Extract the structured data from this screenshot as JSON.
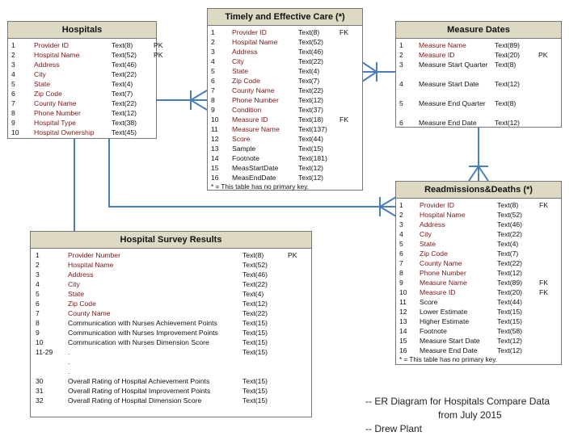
{
  "entities": {
    "hospitals": {
      "title": "Hospitals",
      "rows": [
        {
          "num": "1",
          "name": "Provider ID",
          "type": "Text(8)",
          "key": "PK",
          "red": true
        },
        {
          "num": "2",
          "name": "Hospital Name",
          "type": "Text(52)",
          "key": "PK",
          "red": true
        },
        {
          "num": "3",
          "name": "Address",
          "type": "Text(46)",
          "key": "",
          "red": true
        },
        {
          "num": "4",
          "name": "City",
          "type": "Text(22)",
          "key": "",
          "red": true
        },
        {
          "num": "5",
          "name": "State",
          "type": "Text(4)",
          "key": "",
          "red": true
        },
        {
          "num": "6",
          "name": "Zip Code",
          "type": "Text(7)",
          "key": "",
          "red": true
        },
        {
          "num": "7",
          "name": "County Name",
          "type": "Text(22)",
          "key": "",
          "red": true
        },
        {
          "num": "8",
          "name": "Phone Number",
          "type": "Text(12)",
          "key": "",
          "red": true
        },
        {
          "num": "9",
          "name": "Hospital Type",
          "type": "Text(38)",
          "key": "",
          "red": true
        },
        {
          "num": "10",
          "name": "Hospital Ownership",
          "type": "Text(45)",
          "key": "",
          "red": true
        }
      ]
    },
    "timely": {
      "title": "Timely and Effective Care (*)",
      "rows": [
        {
          "num": "1",
          "name": "Provider ID",
          "type": "Text(8)",
          "key": "FK",
          "red": true
        },
        {
          "num": "2",
          "name": "Hospital Name",
          "type": "Text(52)",
          "key": "",
          "red": true
        },
        {
          "num": "3",
          "name": "Address",
          "type": "Text(46)",
          "key": "",
          "red": true
        },
        {
          "num": "4",
          "name": "City",
          "type": "Text(22)",
          "key": "",
          "red": true
        },
        {
          "num": "5",
          "name": "State",
          "type": "Text(4)",
          "key": "",
          "red": true
        },
        {
          "num": "6",
          "name": "Zip Code",
          "type": "Text(7)",
          "key": "",
          "red": true
        },
        {
          "num": "7",
          "name": "County Name",
          "type": "Text(22)",
          "key": "",
          "red": true
        },
        {
          "num": "8",
          "name": "Phone Number",
          "type": "Text(12)",
          "key": "",
          "red": true
        },
        {
          "num": "9",
          "name": "Condition",
          "type": "Text(37)",
          "key": "",
          "red": true
        },
        {
          "num": "10",
          "name": "Measure ID",
          "type": "Text(18)",
          "key": "FK",
          "red": true
        },
        {
          "num": "11",
          "name": "Measure Name",
          "type": "Text(137)",
          "key": "",
          "red": true
        },
        {
          "num": "12",
          "name": "Score",
          "type": "Text(44)",
          "key": "",
          "red": true
        },
        {
          "num": "13",
          "name": "Sample",
          "type": "Text(15)",
          "key": "",
          "red": false
        },
        {
          "num": "14",
          "name": "Footnote",
          "type": "Text(181)",
          "key": "",
          "red": false
        },
        {
          "num": "15",
          "name": "MeasStartDate",
          "type": "Text(12)",
          "key": "",
          "red": false
        },
        {
          "num": "16",
          "name": "MeasEndDate",
          "type": "Text(12)",
          "key": "",
          "red": false
        }
      ],
      "note": "* =  This table has no primary key."
    },
    "measure_dates": {
      "title": "Measure Dates",
      "rows": [
        {
          "num": "1",
          "name": "Measure Name",
          "type": "Text(89)",
          "key": "",
          "red": true
        },
        {
          "num": "2",
          "name": "Measure ID",
          "type": "Text(20)",
          "key": "PK",
          "red": true
        },
        {
          "num": "3",
          "name": "Measure Start Quarter",
          "type": "Text(8)",
          "key": "",
          "red": false,
          "tall": true
        },
        {
          "num": "4",
          "name": "Measure Start Date",
          "type": "Text(12)",
          "key": "",
          "red": false,
          "tall": true
        },
        {
          "num": "5",
          "name": "Measure End Quarter",
          "type": "Text(8)",
          "key": "",
          "red": false,
          "tall": true
        },
        {
          "num": "6",
          "name": "Measure End Date",
          "type": "Text(12)",
          "key": "",
          "red": false
        }
      ]
    },
    "readmissions": {
      "title": "Readmissions&Deaths (*)",
      "rows": [
        {
          "num": "1",
          "name": "Provider ID",
          "type": "Text(8)",
          "key": "FK",
          "red": true
        },
        {
          "num": "2",
          "name": "Hospital Name",
          "type": "Text(52)",
          "key": "",
          "red": true
        },
        {
          "num": "3",
          "name": "Address",
          "type": "Text(46)",
          "key": "",
          "red": true
        },
        {
          "num": "4",
          "name": "City",
          "type": "Text(22)",
          "key": "",
          "red": true
        },
        {
          "num": "5",
          "name": "State",
          "type": "Text(4)",
          "key": "",
          "red": true
        },
        {
          "num": "6",
          "name": "Zip Code",
          "type": "Text(7)",
          "key": "",
          "red": true
        },
        {
          "num": "7",
          "name": "County Name",
          "type": "Text(22)",
          "key": "",
          "red": true
        },
        {
          "num": "8",
          "name": "Phone Number",
          "type": "Text(12)",
          "key": "",
          "red": true
        },
        {
          "num": "9",
          "name": "Measure Name",
          "type": "Text(89)",
          "key": "FK",
          "red": true
        },
        {
          "num": "10",
          "name": "Measure ID",
          "type": "Text(20)",
          "key": "FK",
          "red": true
        },
        {
          "num": "11",
          "name": "Score",
          "type": "Text(44)",
          "key": "",
          "red": false
        },
        {
          "num": "12",
          "name": "Lower Estimate",
          "type": "Text(15)",
          "key": "",
          "red": false
        },
        {
          "num": "13",
          "name": "Higher Estimate",
          "type": "Text(15)",
          "key": "",
          "red": false
        },
        {
          "num": "14",
          "name": "Footnote",
          "type": "Text(58)",
          "key": "",
          "red": false
        },
        {
          "num": "15",
          "name": "Measure Start Date",
          "type": "Text(12)",
          "key": "",
          "red": false
        },
        {
          "num": "16",
          "name": "Measure End Date",
          "type": "Text(12)",
          "key": "",
          "red": false
        }
      ],
      "note": "* =  This table has no primary key."
    },
    "survey": {
      "title": "Hospital Survey Results",
      "rows": [
        {
          "num": "1",
          "name": "Provider Number",
          "type": "Text(8)",
          "key": "PK",
          "red": true
        },
        {
          "num": "2",
          "name": "Hospital Name",
          "type": "Text(52)",
          "key": "",
          "red": true
        },
        {
          "num": "3",
          "name": "Address",
          "type": "Text(46)",
          "key": "",
          "red": true
        },
        {
          "num": "4",
          "name": "City",
          "type": "Text(22)",
          "key": "",
          "red": true
        },
        {
          "num": "5",
          "name": "State",
          "type": "Text(4)",
          "key": "",
          "red": true
        },
        {
          "num": "6",
          "name": "Zip Code",
          "type": "Text(12)",
          "key": "",
          "red": true
        },
        {
          "num": "7",
          "name": "County Name",
          "type": "Text(22)",
          "key": "",
          "red": true
        },
        {
          "num": "8",
          "name": "Communication with Nurses Achievement Points",
          "type": "Text(15)",
          "key": "",
          "red": false
        },
        {
          "num": "9",
          "name": "Communication with Nurses Improvement Points",
          "type": "Text(15)",
          "key": "",
          "red": false
        },
        {
          "num": "10",
          "name": "Communication with Nurses Dimension Score",
          "type": "Text(15)",
          "key": "",
          "red": false
        },
        {
          "num": "11-29",
          "name": ".",
          "type": "Text(15)",
          "key": "",
          "red": false
        },
        {
          "num": "",
          "name": ".",
          "type": "",
          "key": "",
          "red": false
        },
        {
          "num": "",
          "name": ".",
          "type": "",
          "key": "",
          "red": false
        },
        {
          "num": "30",
          "name": "Overall Rating of Hospital Achievement Points",
          "type": "Text(15)",
          "key": "",
          "red": false
        },
        {
          "num": "31",
          "name": "Overall Rating of Hospital Improvement Points",
          "type": "Text(15)",
          "key": "",
          "red": false
        },
        {
          "num": "32",
          "name": "Overall Rating of Hospital Dimension Score",
          "type": "Text(15)",
          "key": "",
          "red": false
        }
      ]
    }
  },
  "caption": {
    "line1": "-- ER Diagram for Hospitals Compare Data",
    "line2": "from July 2015",
    "line3": "-- Drew Plant"
  },
  "colors": {
    "connector": "#4a7ebb",
    "header_fill": "#ddd9c3",
    "key_field_text": "#7a1414"
  }
}
